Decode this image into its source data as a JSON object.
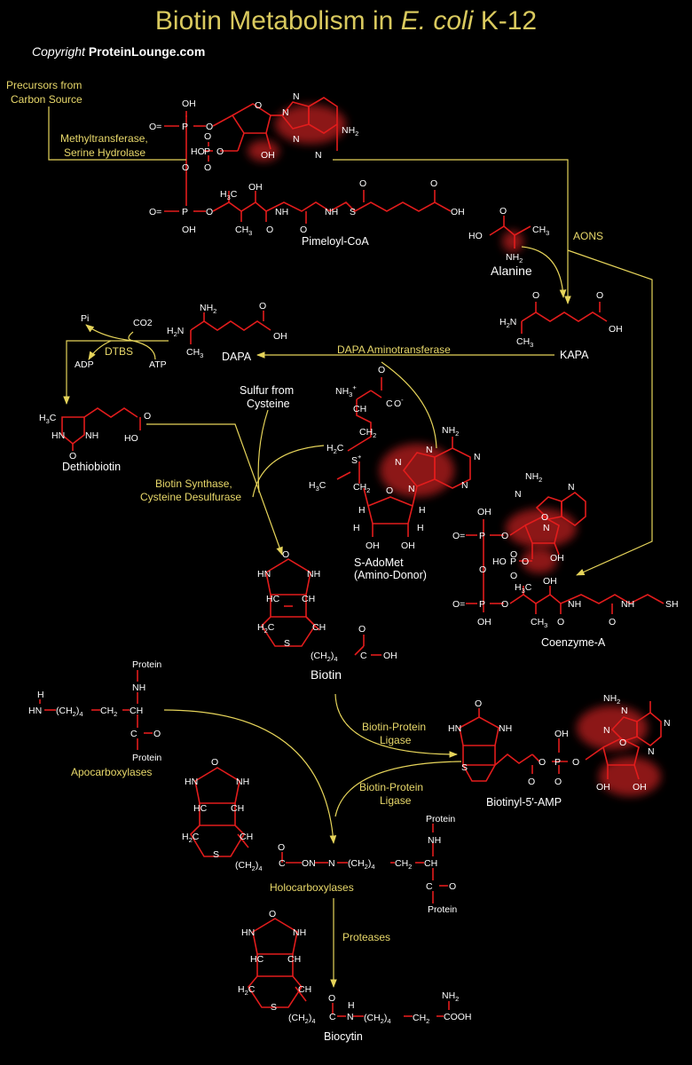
{
  "title": {
    "prefix": "Biotin Metabolism in ",
    "organism": "E. coli",
    "suffix": " K-12"
  },
  "copyright": {
    "word": "Copyright",
    "owner": "ProteinLounge.com"
  },
  "inputs": {
    "precursors_line1": "Precursors from",
    "precursors_line2": "Carbon Source",
    "sulfur_line1": "Sulfur from",
    "sulfur_line2": "Cysteine"
  },
  "enzymes": {
    "methyltransferase_line1": "Methyltransferase,",
    "methyltransferase_line2": "Serine Hydrolase",
    "aons": "AONS",
    "dapa_aminotransferase": "DAPA Aminotransferase",
    "dtbs": "DTBS",
    "biotin_synthase_line1": "Biotin Synthase,",
    "biotin_synthase_line2": "Cysteine Desulfurase",
    "bpl1_line1": "Biotin-Protein",
    "bpl1_line2": "Ligase",
    "bpl2_line1": "Biotin-Protein",
    "bpl2_line2": "Ligase",
    "proteases": "Proteases"
  },
  "compounds": {
    "pimeloyl_coa": "Pimeloyl-CoA",
    "alanine": "Alanine",
    "kapa": "KAPA",
    "dapa": "DAPA",
    "dethiobiotin": "Dethiobiotin",
    "sadomet_line1": "S-AdoMet",
    "sadomet_line2": "(Amino-Donor)",
    "coenzyme_a": "Coenzyme-A",
    "biotin": "Biotin",
    "apocarboxylases": "Apocarboxylases",
    "biotinyl_amp": "Biotinyl-5'-AMP",
    "holocarboxylases": "Holocarboxylases",
    "biocytin": "Biocytin"
  },
  "cofactors": {
    "pi": "Pi",
    "co2": "CO2",
    "adp": "ADP",
    "atp": "ATP"
  },
  "colors": {
    "background": "#000000",
    "title": "#d9c95e",
    "enzyme_text": "#e8d86a",
    "arrow": "#e6d45a",
    "bond": "#e21c1c",
    "text": "#ffffff"
  }
}
